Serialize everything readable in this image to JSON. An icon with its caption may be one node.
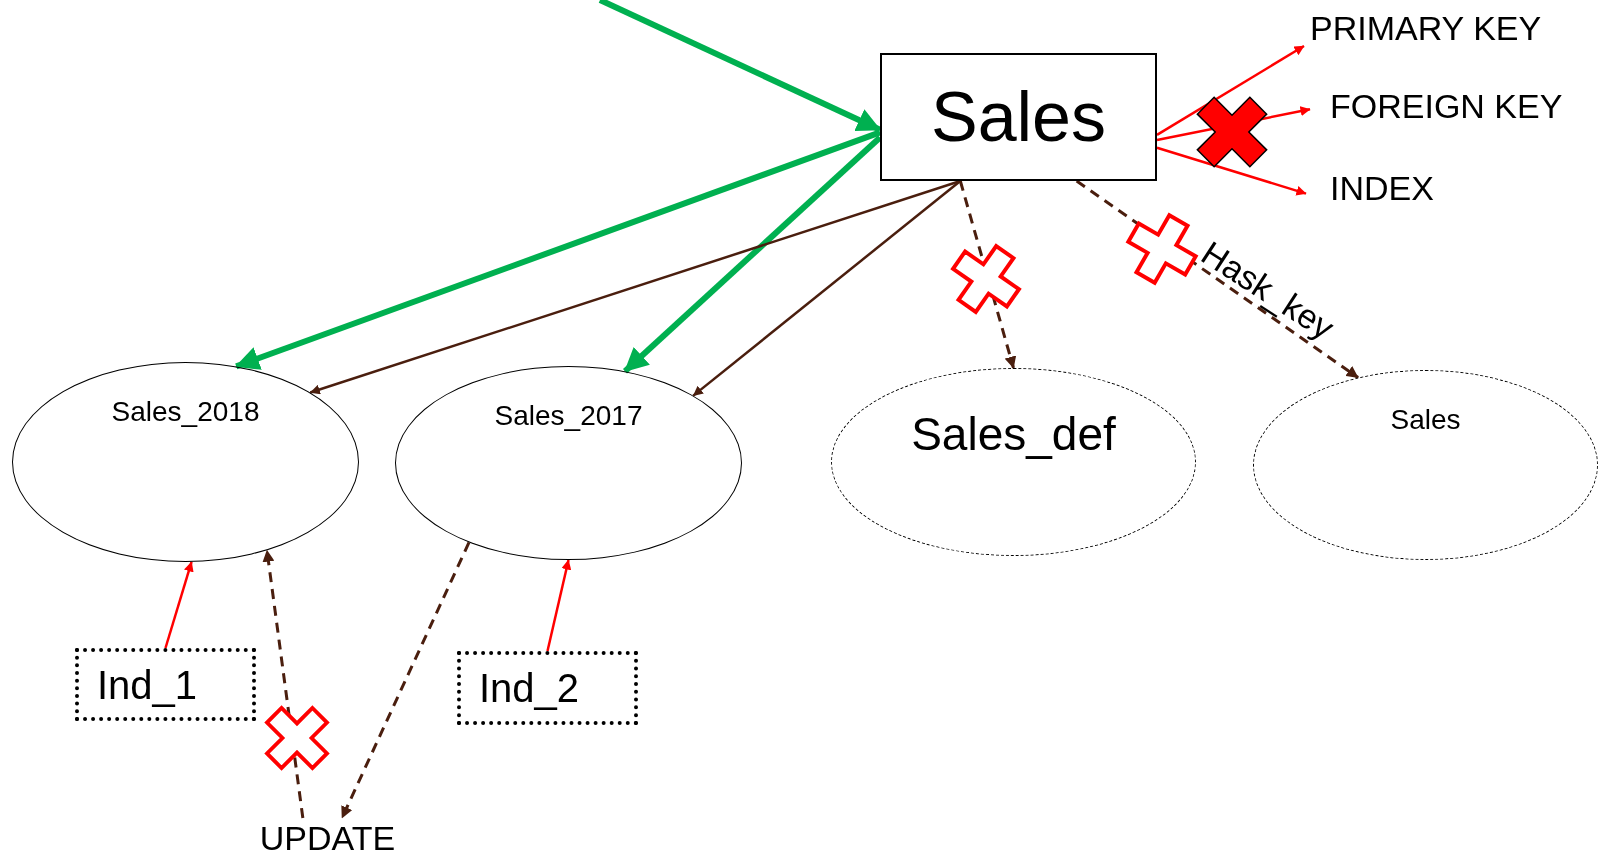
{
  "diagram": {
    "nodes": [
      {
        "text": [
          "Sales"
        ]
      },
      {
        "text": [
          "Sales_2018"
        ]
      },
      {
        "text": [
          "Sales_2017"
        ]
      },
      {
        "text": [
          "Sales_def"
        ]
      },
      {
        "text": [
          "Sales"
        ]
      },
      {
        "text": [
          "Ind_1"
        ]
      },
      {
        "text": [
          "Ind_2"
        ]
      },
      {
        "text": [
          "UPDATE"
        ]
      },
      {
        "text": [
          "PRIMARY KEY"
        ]
      },
      {
        "text": [
          "FOREIGN KEY"
        ]
      },
      {
        "text": [
          "INDEX"
        ]
      }
    ],
    "edges": [
      {
        "from": null,
        "to": 0,
        "arrow": "to",
        "style": "thick",
        "color": "#00b050"
      },
      {
        "from": 0,
        "to": 1,
        "arrow": "to",
        "style": "thick",
        "color": "#00b050"
      },
      {
        "from": 0,
        "to": 2,
        "arrow": "to",
        "style": "thick",
        "color": "#00b050"
      },
      {
        "from": 0,
        "to": 1,
        "arrow": "to"
      },
      {
        "from": 0,
        "to": 2,
        "arrow": "to"
      },
      {
        "from": 0,
        "to": 3,
        "arrow": "to",
        "style": "dashed"
      },
      {
        "from": 0,
        "to": 4,
        "arrow": "to",
        "style": "dashed",
        "label": "Hask_key"
      },
      {
        "from": 0,
        "to": 8,
        "arrow": "to",
        "color": "#ff0000"
      },
      {
        "from": 0,
        "to": 9,
        "arrow": "to",
        "color": "#ff0000"
      },
      {
        "from": 0,
        "to": 10,
        "arrow": "to",
        "color": "#ff0000"
      },
      {
        "from": 5,
        "to": 1,
        "arrow": "to",
        "color": "#ff0000"
      },
      {
        "from": 6,
        "to": 2,
        "arrow": "to",
        "color": "#ff0000"
      },
      {
        "from": 7,
        "to": 1,
        "arrow": "to",
        "style": "dashed"
      },
      {
        "from": 2,
        "to": 7,
        "arrow": "to",
        "style": "dashed"
      }
    ]
  }
}
